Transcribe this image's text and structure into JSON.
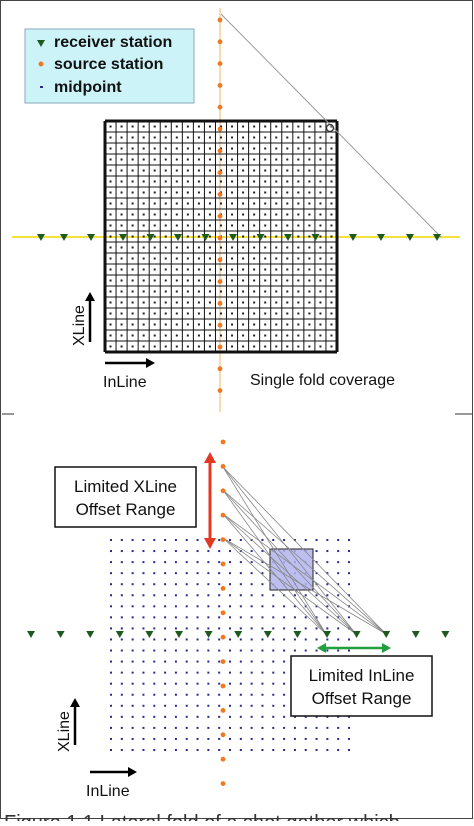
{
  "legend": {
    "receiver": "receiver station",
    "source": "source station",
    "midpoint": "midpoint"
  },
  "top_panel": {
    "axis_xline": "XLine",
    "axis_inline": "InLine",
    "caption": "Single fold coverage"
  },
  "bottom_panel": {
    "axis_xline": "XLine",
    "axis_inline": "InLine",
    "xline_box_line1": "Limited XLine",
    "xline_box_line2": "Offset Range",
    "inline_box_line1": "Limited InLine",
    "inline_box_line2": "Offset Range"
  },
  "figure_caption_partial": "Figure 1.1 Lateral fold of a shot gather which",
  "colors": {
    "receiver": "#1e5a1e",
    "source": "#f07820",
    "midpoint": "#2a2a8a",
    "receiver_line": "#f2e23a",
    "source_line": "#f2c080",
    "legend_bg": "#ccf3f8",
    "xline_arrow": "#e23a22",
    "inline_arrow": "#22a040",
    "highlight_fill": "#b0b4ec"
  }
}
